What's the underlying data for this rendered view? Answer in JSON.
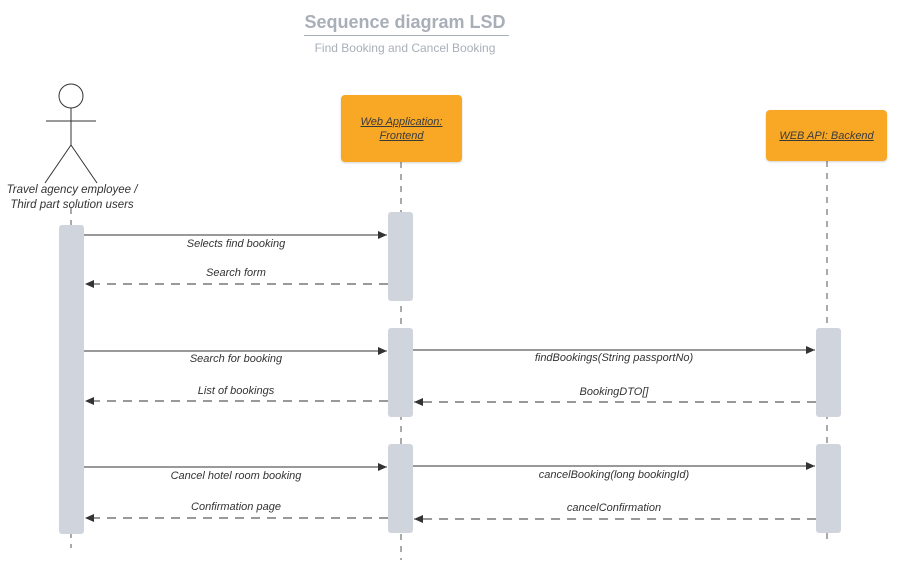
{
  "title": "Sequence diagram LSD",
  "subtitle": "Find Booking and Cancel Booking",
  "participants": {
    "actor": {
      "label_line1": "Travel agency employee /",
      "label_line2": "Third part solution users"
    },
    "frontend": {
      "label_line1": "Web Application:",
      "label_line2": "Frontend"
    },
    "backend": {
      "label": "WEB API: Backend"
    }
  },
  "messages": [
    {
      "from": "actor",
      "to": "frontend",
      "type": "sync",
      "label": "Selects find booking"
    },
    {
      "from": "frontend",
      "to": "actor",
      "type": "return",
      "label": "Search form"
    },
    {
      "from": "actor",
      "to": "frontend",
      "type": "sync",
      "label": "Search for booking"
    },
    {
      "from": "frontend",
      "to": "backend",
      "type": "sync",
      "label": "findBookings(String passportNo)"
    },
    {
      "from": "backend",
      "to": "frontend",
      "type": "return",
      "label": "BookingDTO[]"
    },
    {
      "from": "frontend",
      "to": "actor",
      "type": "return",
      "label": "List of bookings"
    },
    {
      "from": "actor",
      "to": "frontend",
      "type": "sync",
      "label": "Cancel hotel room booking"
    },
    {
      "from": "frontend",
      "to": "backend",
      "type": "sync",
      "label": "cancelBooking(long bookingId)"
    },
    {
      "from": "backend",
      "to": "frontend",
      "type": "return",
      "label": "cancelConfirmation"
    },
    {
      "from": "frontend",
      "to": "actor",
      "type": "return",
      "label": "Confirmation page"
    }
  ],
  "colors": {
    "participant_box": "#f9a825",
    "activation": "#d0d5dd",
    "title": "#a9afb8",
    "line": "#333333"
  }
}
